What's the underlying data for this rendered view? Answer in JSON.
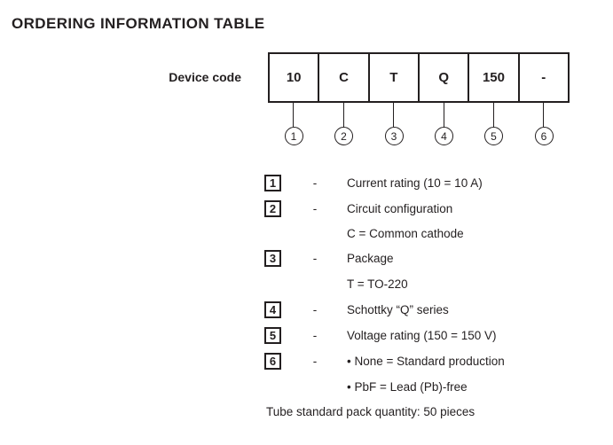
{
  "title": "ORDERING INFORMATION TABLE",
  "device_code": {
    "label": "Device code",
    "cells": [
      "10",
      "C",
      "T",
      "Q",
      "150",
      "-"
    ],
    "markers": [
      "1",
      "2",
      "3",
      "4",
      "5",
      "6"
    ]
  },
  "legend": {
    "separator": "-",
    "rows": [
      {
        "marker": "1",
        "text": "Current rating (10 = 10 A)"
      },
      {
        "marker": "2",
        "text": "Circuit configuration"
      },
      {
        "text": "C = Common cathode"
      },
      {
        "marker": "3",
        "text": "Package"
      },
      {
        "text": "T = TO-220"
      },
      {
        "marker": "4",
        "text": "Schottky “Q” series"
      },
      {
        "marker": "5",
        "text": "Voltage rating (150 = 150 V)"
      },
      {
        "marker": "6",
        "text": "• None = Standard production"
      },
      {
        "text": "• PbF = Lead (Pb)-free"
      }
    ]
  },
  "footer": "Tube standard pack quantity: 50 pieces",
  "colors": {
    "ink": "#231f20",
    "background": "#ffffff"
  }
}
